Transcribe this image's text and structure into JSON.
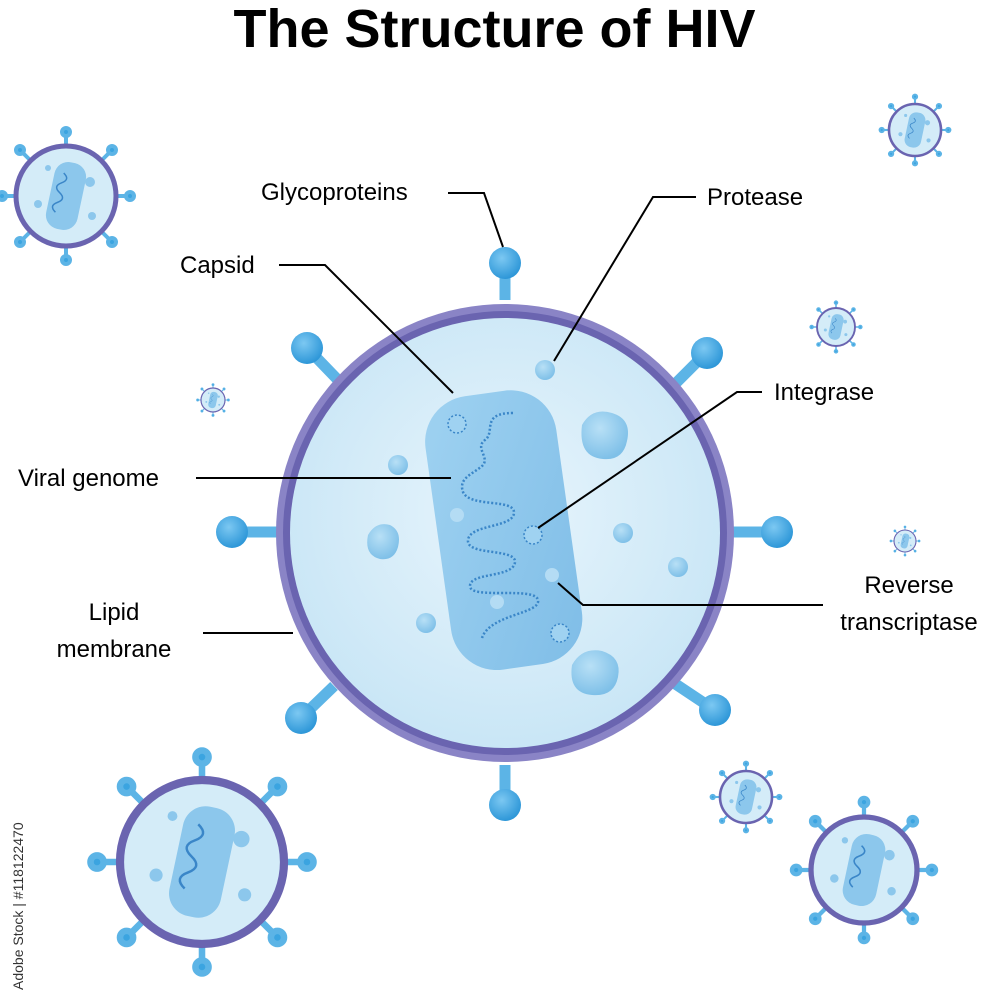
{
  "title": "The Structure of HIV",
  "labels": {
    "glycoproteins": "Glycoproteins",
    "protease": "Protease",
    "capsid": "Capsid",
    "integrase": "Integrase",
    "viral_genome": "Viral genome",
    "reverse_transcriptase_line1": "Reverse",
    "reverse_transcriptase_line2": "transcriptase",
    "lipid_membrane_line1": "Lipid",
    "lipid_membrane_line2": "membrane"
  },
  "watermark": "Adobe Stock | #118122470",
  "colors": {
    "membrane": "#6a64b0",
    "interior": "#d4ecf8",
    "capsid": "#8cc7ec",
    "glycoprotein": "#3ba4e0",
    "genome": "#3a86c8",
    "leader_line": "#000000"
  }
}
